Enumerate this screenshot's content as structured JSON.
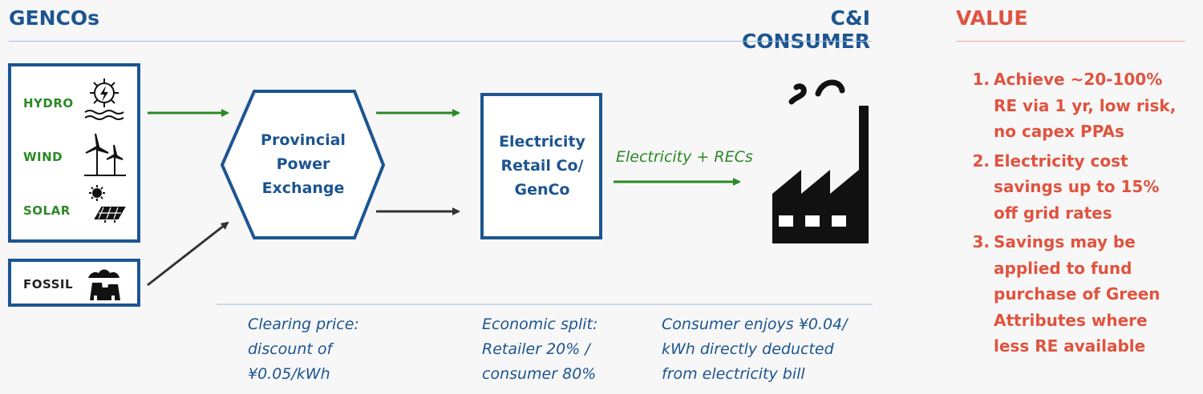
{
  "headings": {
    "gencos": "GENCOs",
    "consumer": "C&I CONSUMER",
    "value": "VALUE"
  },
  "sources": {
    "hydro": "HYDRO",
    "wind": "WIND",
    "solar": "SOLAR",
    "fossil": "FOSSIL"
  },
  "nodes": {
    "exchange": [
      "Provincial",
      "Power",
      "Exchange"
    ],
    "retail": [
      "Electricity",
      "Retail Co/",
      "GenCo"
    ],
    "flow_label": "Electricity + RECs"
  },
  "notes": {
    "clearing": [
      "Clearing price:",
      "discount of",
      "¥0.05/kWh"
    ],
    "split": [
      "Economic split:",
      "Retailer 20% /",
      "consumer 80%"
    ],
    "consumer": [
      "Consumer enjoys ¥0.04/",
      "kWh directly deducted",
      "from electricity bill"
    ]
  },
  "value_items": [
    {
      "num": "1.",
      "lines": [
        "Achieve ~20-100%",
        "RE via 1 yr, low risk,",
        "no capex PPAs"
      ]
    },
    {
      "num": "2.",
      "lines": [
        "Electricity cost",
        "savings up to 15%",
        "off grid rates"
      ]
    },
    {
      "num": "3.",
      "lines": [
        "Savings may be",
        "applied to fund",
        "purchase of Green",
        "Attributes where",
        "less RE available"
      ]
    }
  ],
  "colors": {
    "blue": "#1c5591",
    "green": "#2a8a24",
    "dark": "#333333",
    "value_red": "#e0533f"
  },
  "icons": [
    "hydro-icon",
    "wind-turbine-icon",
    "solar-icon",
    "fossil-plant-icon",
    "factory-icon"
  ]
}
